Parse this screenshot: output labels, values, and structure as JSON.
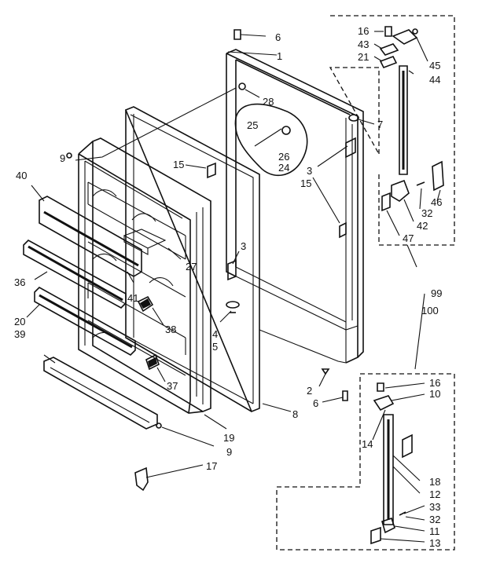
{
  "diagram": {
    "labels": {
      "l1": "1",
      "l2": "2",
      "l3a": "3",
      "l3b": "3",
      "l4": "4",
      "l5": "5",
      "l6a": "6",
      "l6b": "6",
      "l7": "7",
      "l8": "8",
      "l9a": "9",
      "l9b": "9",
      "l10": "10",
      "l11": "11",
      "l12": "12",
      "l13": "13",
      "l14": "14",
      "l15a": "15",
      "l15b": "15",
      "l16a": "16",
      "l16b": "16",
      "l17": "17",
      "l18": "18",
      "l19": "19",
      "l20": "20",
      "l21": "21",
      "l24": "24",
      "l25": "25",
      "l26": "26",
      "l27": "27",
      "l28": "28",
      "l32a": "32",
      "l32b": "32",
      "l33": "33",
      "l36": "36",
      "l37": "37",
      "l38": "38",
      "l39": "39",
      "l40": "40",
      "l41": "41",
      "l42": "42",
      "l43": "43",
      "l44": "44",
      "l45": "45",
      "l46": "46",
      "l47": "47",
      "l99": "99",
      "l100": "100"
    }
  }
}
